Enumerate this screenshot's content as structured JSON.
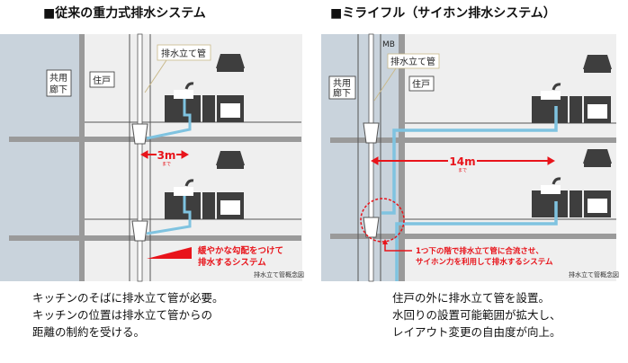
{
  "left": {
    "title": "■従来の重力式排水システム",
    "pipe_label": "排水立て管",
    "corridor_label": [
      "共用",
      "廊下"
    ],
    "unit_label": "住戸",
    "distance": "3m",
    "distance_sub": "まで",
    "note": [
      "緩やかな勾配をつけて",
      "排水するシステム"
    ],
    "figure_caption": "排水立て管概念図",
    "caption": [
      "キッチンのそばに排水立て管が必要。",
      "キッチンの位置は排水立て管からの",
      "距離の制約を受ける。"
    ]
  },
  "right": {
    "title": "■ミライフル（サイホン排水システム）",
    "mb_label": "MB",
    "pipe_label": "排水立て管",
    "corridor_label": [
      "共用",
      "廊下"
    ],
    "unit_label": "住戸",
    "distance": "14m",
    "distance_sub": "まで",
    "note": [
      "1つ下の階で排水立て管に合流させ、",
      "サイホン力を利用して排水するシステム"
    ],
    "figure_caption": "排水立て管概念図",
    "caption": [
      "住戸の外に排水立て管を設置。",
      "水回りの設置可能範囲が拡大し、",
      "レイアウト変更の自由度が向上。"
    ]
  },
  "colors": {
    "red": "#e8141b",
    "pipe": "#7fc3e0",
    "slab": "#9a9a9a",
    "corridor": "#c9d3dc",
    "panel": "#efefef",
    "kitchen": "#3e3e3e"
  }
}
